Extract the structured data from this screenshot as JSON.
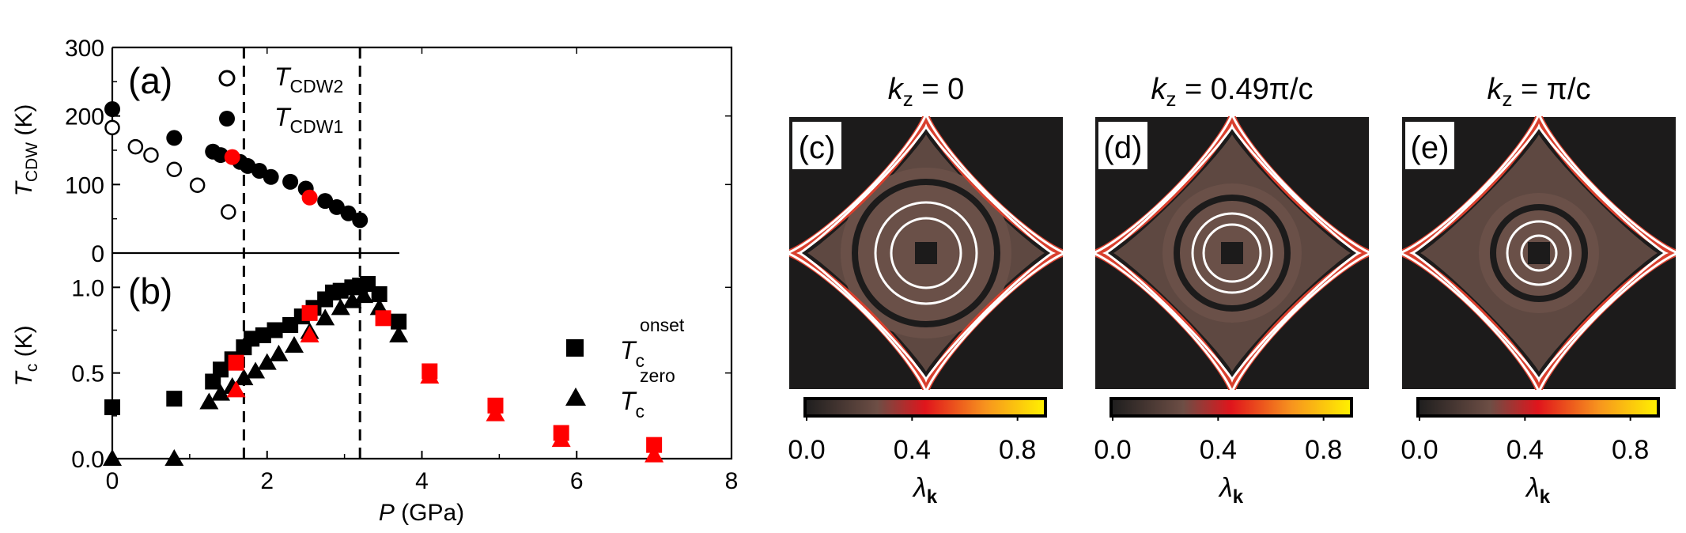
{
  "colors": {
    "black": "#000000",
    "red": "#ff0000",
    "map_background": "#1c1b1b",
    "white_contour": "#ffffff"
  },
  "panel_ab": {
    "x_axis": {
      "label_italic": "P",
      "label_rest": " (GPa)",
      "lim": [
        0,
        8
      ],
      "ticks": [
        "0",
        "2",
        "4",
        "6",
        "8"
      ]
    },
    "dashed_lines_P": [
      1.7,
      3.2
    ]
  },
  "chart_data": [
    {
      "type": "scatter",
      "panel_label": "(a)",
      "ylabel": {
        "main": "T",
        "sub": "CDW",
        "unit": " (K)"
      },
      "ylim": [
        0,
        300
      ],
      "yticks": [
        "0",
        "100",
        "200",
        "300"
      ],
      "legend": [
        {
          "main": "T",
          "sub": "CDW2",
          "marker": "open-circle"
        },
        {
          "main": "T",
          "sub": "CDW1",
          "marker": "filled-circle"
        }
      ],
      "series": [
        {
          "name": "T_CDW2",
          "marker": "open-circle",
          "color": "#000000",
          "points": [
            [
              0.0,
              183
            ],
            [
              0.3,
              155
            ],
            [
              0.5,
              143
            ],
            [
              0.8,
              122
            ],
            [
              1.1,
              99
            ],
            [
              1.5,
              60
            ]
          ]
        },
        {
          "name": "T_CDW1",
          "marker": "filled-circle",
          "color": "#000000",
          "points": [
            [
              0.0,
              210
            ],
            [
              0.8,
              168
            ],
            [
              1.3,
              148
            ],
            [
              1.4,
              143
            ],
            [
              1.65,
              133
            ],
            [
              1.75,
              127
            ],
            [
              1.9,
              120
            ],
            [
              2.05,
              111
            ],
            [
              2.3,
              104
            ],
            [
              2.5,
              94
            ],
            [
              2.75,
              76
            ],
            [
              2.9,
              67
            ],
            [
              3.05,
              58
            ],
            [
              3.2,
              48
            ]
          ]
        },
        {
          "name": "T_CDW1 (red)",
          "marker": "filled-circle",
          "color": "#ff0000",
          "points": [
            [
              1.55,
              140
            ],
            [
              2.55,
              81
            ]
          ]
        }
      ]
    },
    {
      "type": "scatter",
      "panel_label": "(b)",
      "ylabel": {
        "main": "T",
        "sub": "c",
        "unit": " (K)"
      },
      "ylim": [
        0,
        1.2
      ],
      "yticks": [
        "0.0",
        "0.5",
        "1.0"
      ],
      "legend": [
        {
          "main": "T",
          "sub": "c",
          "sup": "onset",
          "marker": "square"
        },
        {
          "main": "T",
          "sub": "c",
          "sup": "zero",
          "marker": "triangle"
        }
      ],
      "series": [
        {
          "name": "Tc onset",
          "marker": "square",
          "color": "#000000",
          "points": [
            [
              0.0,
              0.3
            ],
            [
              0.8,
              0.35
            ],
            [
              1.3,
              0.45
            ],
            [
              1.4,
              0.52
            ],
            [
              1.55,
              0.58
            ],
            [
              1.7,
              0.65
            ],
            [
              1.8,
              0.7
            ],
            [
              1.95,
              0.72
            ],
            [
              2.1,
              0.75
            ],
            [
              2.3,
              0.78
            ],
            [
              2.45,
              0.83
            ],
            [
              2.6,
              0.88
            ],
            [
              2.75,
              0.93
            ],
            [
              2.85,
              0.97
            ],
            [
              2.95,
              0.98
            ],
            [
              3.1,
              1.0
            ],
            [
              3.2,
              1.01
            ],
            [
              3.3,
              1.02
            ],
            [
              3.45,
              0.96
            ],
            [
              3.7,
              0.8
            ]
          ]
        },
        {
          "name": "Tc zero",
          "marker": "triangle",
          "color": "#000000",
          "points": [
            [
              0.0,
              0.0
            ],
            [
              0.8,
              0.0
            ],
            [
              1.25,
              0.33
            ],
            [
              1.4,
              0.38
            ],
            [
              1.55,
              0.42
            ],
            [
              1.7,
              0.47
            ],
            [
              1.85,
              0.51
            ],
            [
              2.0,
              0.56
            ],
            [
              2.15,
              0.61
            ],
            [
              2.35,
              0.66
            ],
            [
              2.55,
              0.74
            ],
            [
              2.75,
              0.82
            ],
            [
              2.95,
              0.88
            ],
            [
              3.1,
              0.92
            ],
            [
              3.25,
              0.95
            ],
            [
              3.45,
              0.88
            ],
            [
              3.7,
              0.72
            ]
          ]
        },
        {
          "name": "Tc onset (red)",
          "marker": "square",
          "color": "#ff0000",
          "points": [
            [
              1.6,
              0.56
            ],
            [
              2.55,
              0.85
            ],
            [
              3.5,
              0.82
            ],
            [
              4.1,
              0.51
            ],
            [
              4.95,
              0.31
            ],
            [
              5.8,
              0.15
            ],
            [
              7.0,
              0.08
            ]
          ]
        },
        {
          "name": "Tc zero (red)",
          "marker": "triangle",
          "color": "#ff0000",
          "points": [
            [
              1.6,
              0.4
            ],
            [
              2.55,
              0.72
            ],
            [
              4.1,
              0.48
            ],
            [
              4.95,
              0.26
            ],
            [
              5.8,
              0.11
            ],
            [
              7.0,
              0.02
            ]
          ]
        }
      ]
    }
  ],
  "maps": {
    "colorbar": {
      "ticks": [
        "0.0",
        "0.4",
        "0.8"
      ],
      "label": "λ",
      "label_sub": "k"
    },
    "panels": [
      {
        "label": "(c)",
        "title_k": "k",
        "title_sub": "z",
        "title_rest": " = 0"
      },
      {
        "label": "(d)",
        "title_k": "k",
        "title_sub": "z",
        "title_rest": " = 0.49π/c"
      },
      {
        "label": "(e)",
        "title_k": "k",
        "title_sub": "z",
        "title_rest": " = π/c"
      }
    ]
  }
}
